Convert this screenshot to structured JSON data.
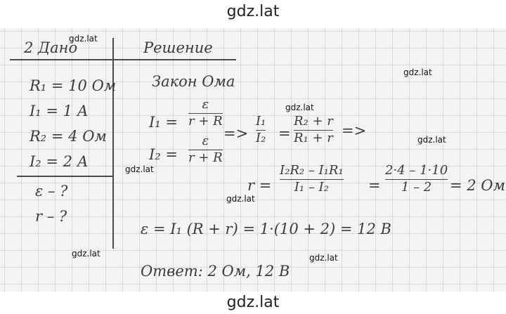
{
  "watermarks": {
    "top": "gdz.lat",
    "bottom": "gdz.lat",
    "small": [
      "gdz.lat",
      "gdz.lat",
      "gdz.lat",
      "gdz.lat",
      "gdz.lat",
      "gdz.lat",
      "gdz.lat",
      "gdz.lat"
    ]
  },
  "given": {
    "header": "2 Дано",
    "lines": [
      "R₁ = 10 Ом",
      "I₁ = 1 А",
      "R₂ = 4 Ом",
      "I₂ = 2 А",
      "ε – ?",
      "r – ?"
    ]
  },
  "solution": {
    "header": "Решение",
    "law": "Закон Ома",
    "eq1": {
      "lhs": "I₁ =",
      "num": "ε",
      "den": "r + R"
    },
    "eq2": {
      "lhs": "I₂ =",
      "num": "ε",
      "den": "r + R"
    },
    "ratio": {
      "arrow": "=>",
      "num1": "I₁",
      "den1": "I₂",
      "eq": "=",
      "num2": "R₂ + r",
      "den2": "R₁ + r",
      "arrow2": "=>"
    },
    "r_eq": {
      "lhs": "r =",
      "num1": "I₂R₂ – I₁R₁",
      "den1": "I₁ – I₂",
      "eq": "=",
      "num2": "2·4 – 1·10",
      "den2": "1 – 2",
      "result": "= 2 Ом"
    },
    "emf_eq": "ε = I₁ (R + r) = 1·(10 + 2) = 12 В",
    "answer": "Ответ: 2 Ом, 12 В"
  }
}
